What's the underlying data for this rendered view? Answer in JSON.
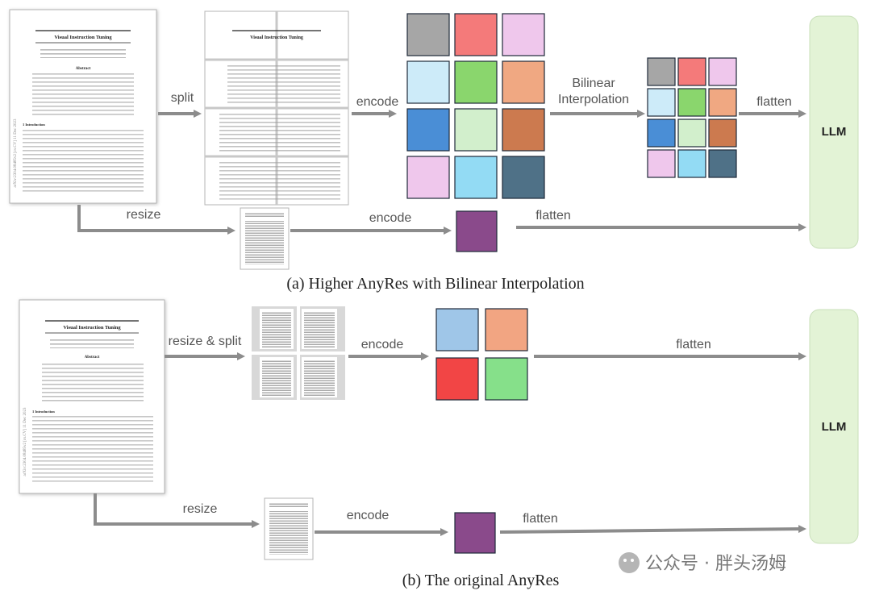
{
  "panel_a": {
    "caption": "(a) Higher AnyRes with Bilinear Interpolation",
    "labels": {
      "split": "split",
      "encode_top": "encode",
      "bilinear_1": "Bilinear",
      "bilinear_2": "Interpolation",
      "flatten_top": "flatten",
      "resize": "resize",
      "encode_bottom": "encode",
      "flatten_bottom": "flatten"
    },
    "llm": "LLM",
    "encoded_grid_colors": [
      "#a6a6a6",
      "#f47a7a",
      "#efc7ec",
      "#cdebf9",
      "#8ad66d",
      "#f0a882",
      "#4a8ed6",
      "#d2efcc",
      "#cc7a4f",
      "#efc7ec",
      "#93dbf4",
      "#4f7187"
    ],
    "interpolated_grid_colors": [
      "#a6a6a6",
      "#f47a7a",
      "#efc7ec",
      "#cdebf9",
      "#8ad66d",
      "#f0a882",
      "#4a8ed6",
      "#d2efcc",
      "#cc7a4f",
      "#efc7ec",
      "#93dbf4",
      "#4f7187"
    ],
    "global_token_color": "#8a4a8b"
  },
  "panel_b": {
    "caption": "(b) The original AnyRes",
    "labels": {
      "resize_split": "resize & split",
      "encode_top": "encode",
      "flatten_top": "flatten",
      "resize": "resize",
      "encode_bottom": "encode",
      "flatten_bottom": "flatten"
    },
    "llm": "LLM",
    "encoded_grid_colors": [
      "#9fc6e8",
      "#f2a582",
      "#f24545",
      "#86e08a"
    ],
    "global_token_color": "#8a4a8b"
  },
  "document": {
    "title": "Visual Instruction Tuning",
    "side_stamp": "arXiv:2304.08485v2 [cs.CV] 11 Dec 2023",
    "abstract_heading": "Abstract",
    "section_heading": "1 Introduction"
  },
  "watermark": "公众号 · 胖头汤姆"
}
